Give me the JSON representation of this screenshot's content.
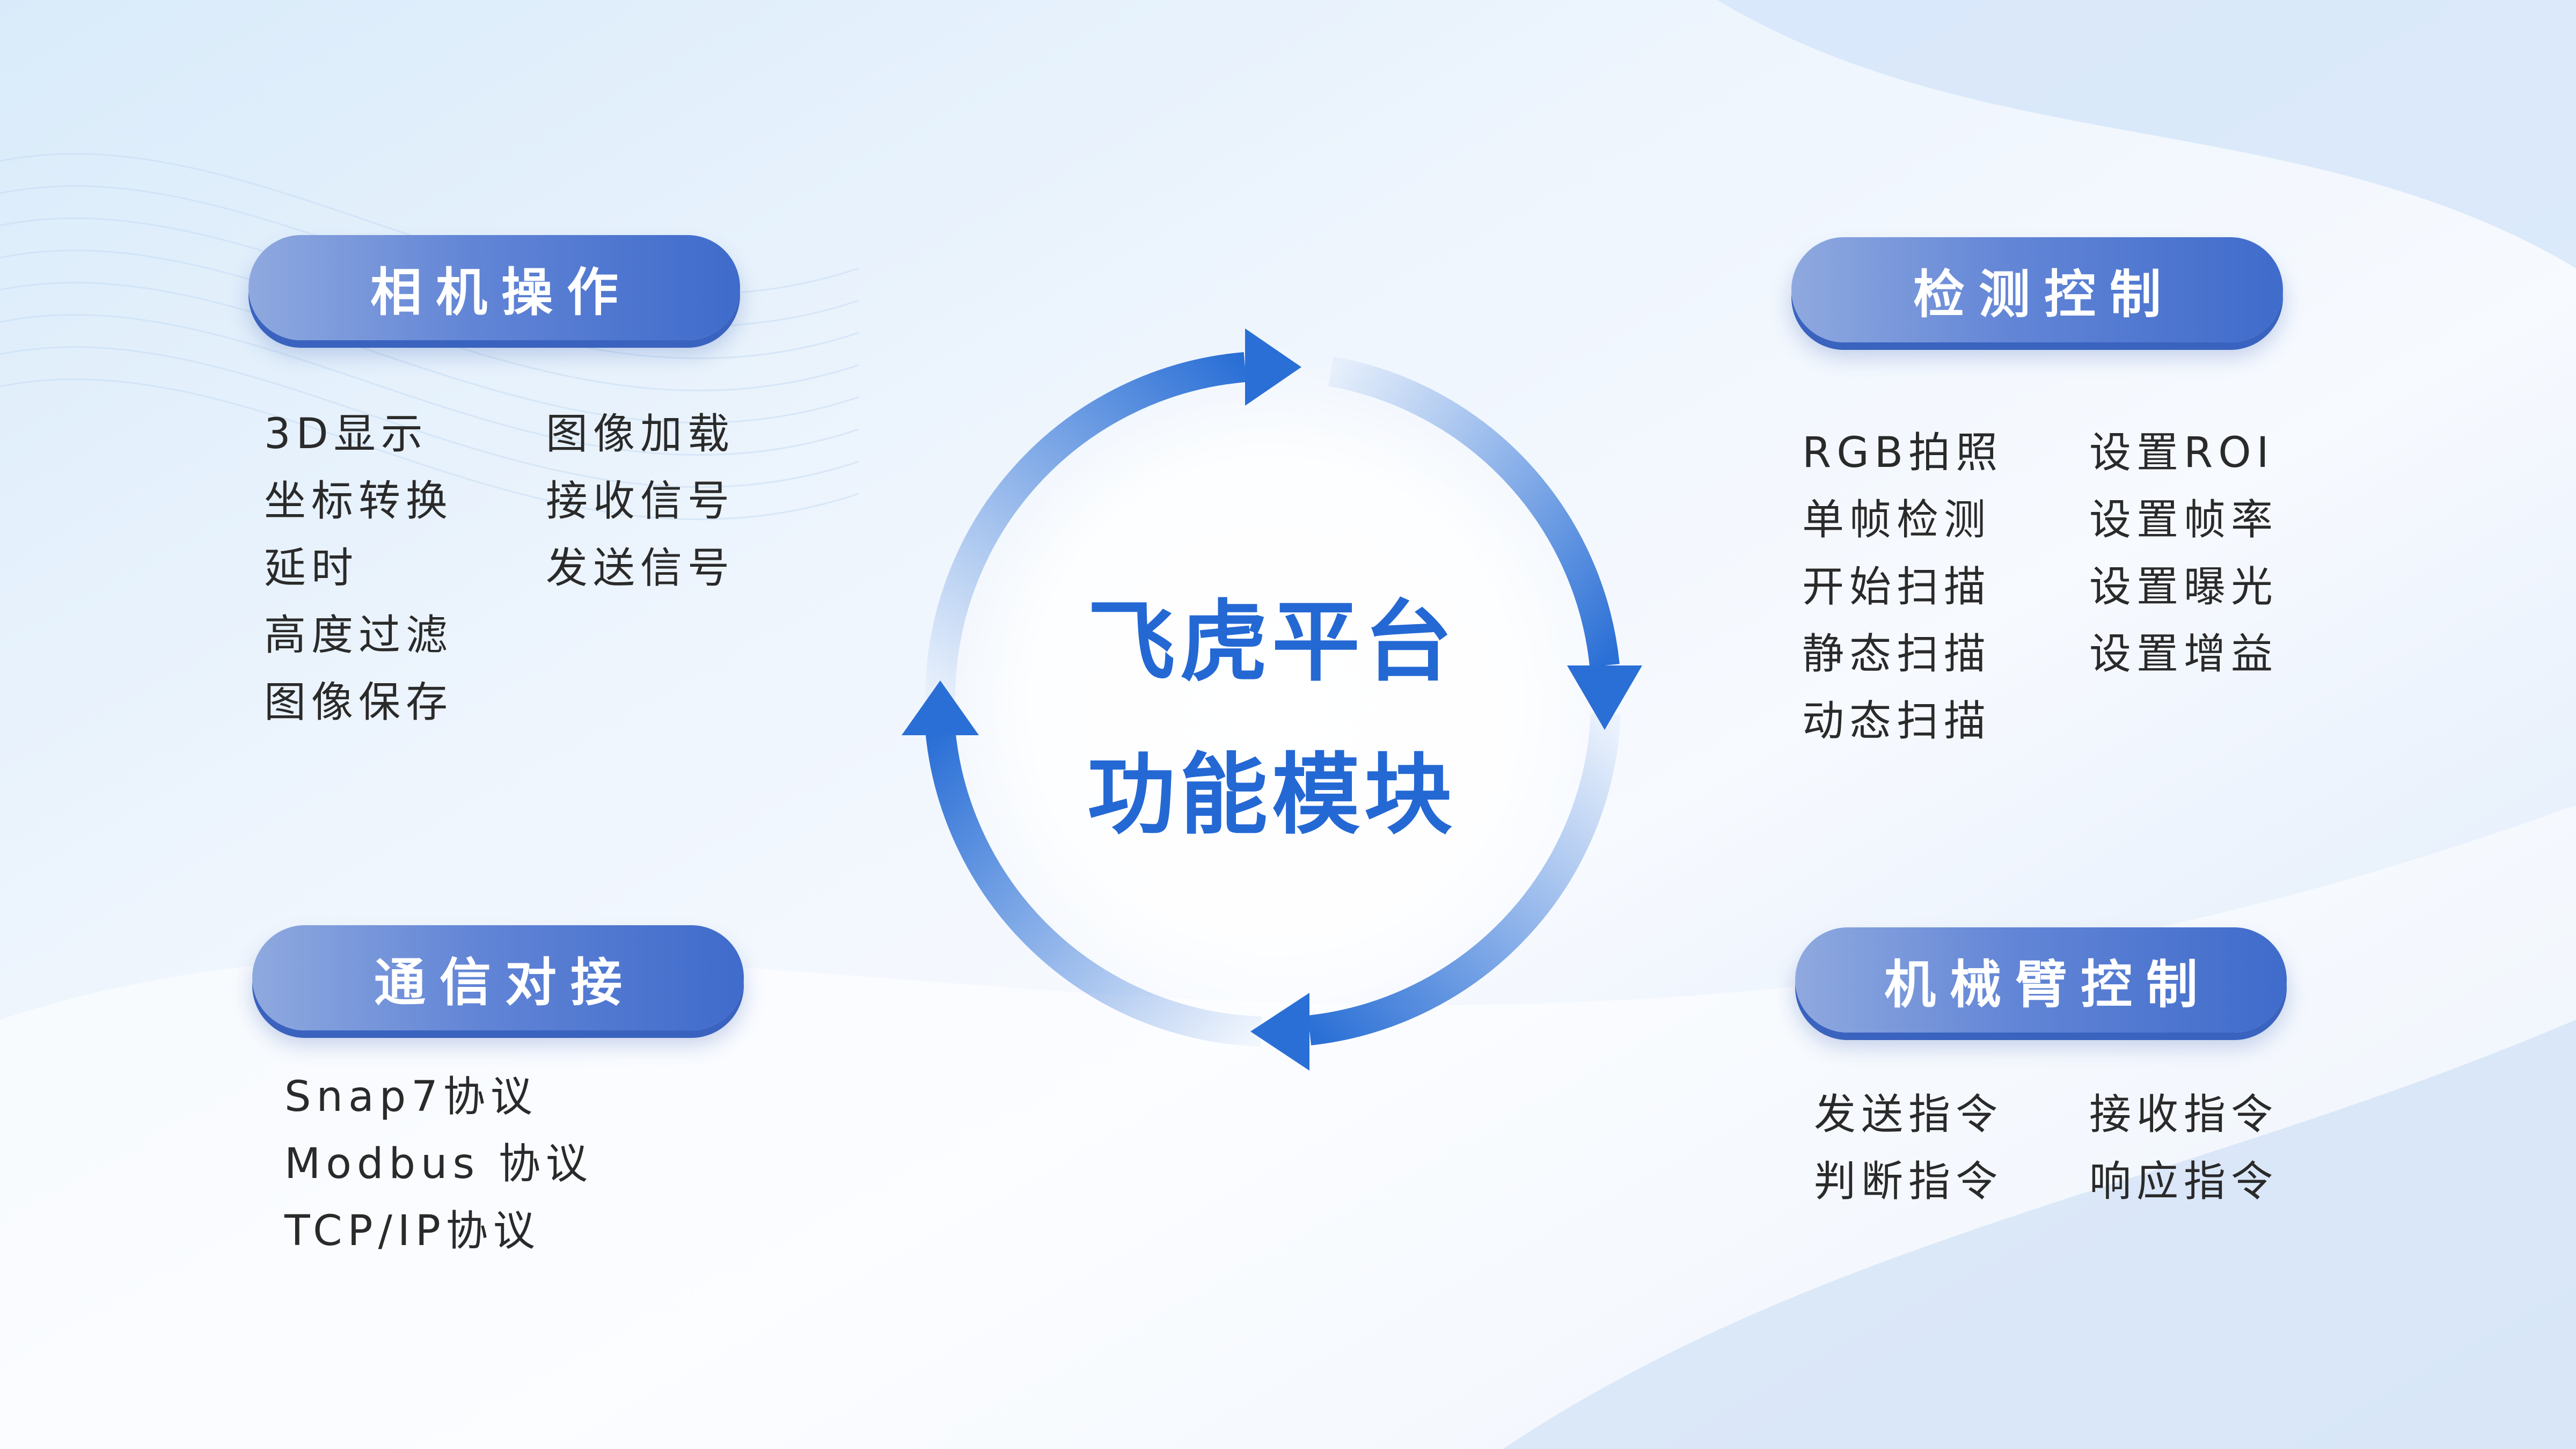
{
  "center": {
    "line1": "飞虎平台",
    "line2": "功能模块"
  },
  "modules": {
    "camera": {
      "title": "相机操作",
      "col1": [
        "3D显示",
        "坐标转换",
        "延时",
        "高度过滤",
        "图像保存"
      ],
      "col2": [
        "图像加载",
        "接收信号",
        "发送信号"
      ]
    },
    "detection": {
      "title": "检测控制",
      "col1": [
        "RGB拍照",
        "单帧检测",
        "开始扫描",
        "静态扫描",
        "动态扫描"
      ],
      "col2": [
        "设置ROI",
        "设置帧率",
        "设置曝光",
        "设置增益"
      ]
    },
    "comm": {
      "title": "通信对接",
      "col1": [
        "Snap7协议",
        "Modbus 协议",
        "TCP/IP协议"
      ]
    },
    "arm": {
      "title": "机械臂控制",
      "col1": [
        "发送指令",
        "判断指令"
      ],
      "col2": [
        "接收指令",
        "响应指令"
      ]
    }
  },
  "colors": {
    "accent": "#2468d4",
    "pill_dark": "#3f6bcb",
    "pill_light": "#8fa9df",
    "arrow": "#2a6fd6"
  }
}
